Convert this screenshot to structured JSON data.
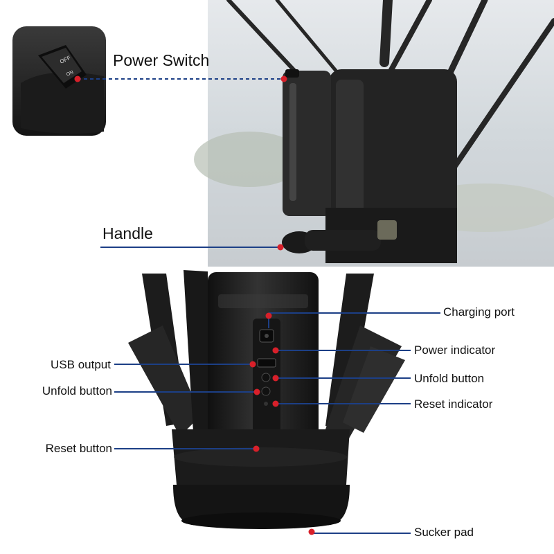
{
  "inset": {
    "switch_off_text": "OFF",
    "switch_on_text": "ON"
  },
  "labels": {
    "power_switch": "Power Switch",
    "handle": "Handle",
    "charging_port": "Charging port",
    "power_indicator": "Power indicator",
    "usb_output": "USB output",
    "unfold_button_left": "Unfold  button",
    "unfold_button_right": "Unfold  button",
    "reset_indicator": "Reset indicator",
    "reset_button": "Reset button",
    "sucker_pad": "Sucker pad"
  },
  "colors": {
    "leader_line": "#1c3f86",
    "marker_dot": "#d8202a",
    "device_body": "#1e1e1e"
  }
}
